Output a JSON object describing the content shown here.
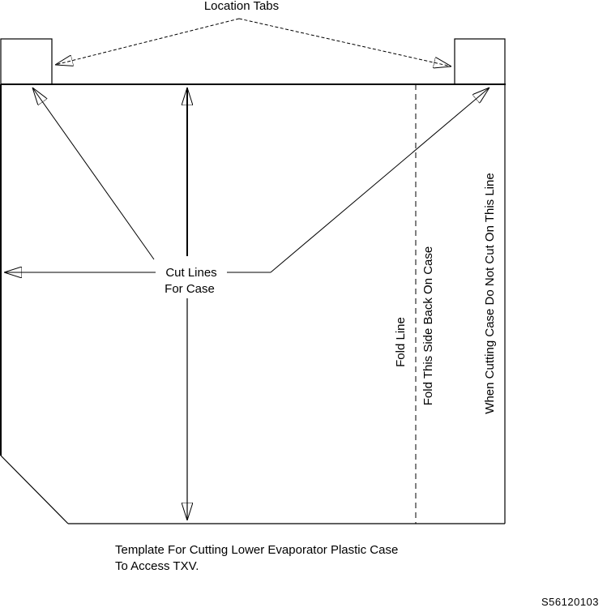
{
  "labels": {
    "location_tabs": "Location Tabs",
    "cut_lines_line1": "Cut Lines",
    "cut_lines_line2": "For Case",
    "fold_line": "Fold Line",
    "fold_side": "Fold This Side Back On Case",
    "warning": "When Cutting Case Do Not Cut On This Line"
  },
  "caption": {
    "line1": "Template For Cutting Lower Evaporator Plastic Case",
    "line2": "To Access TXV."
  },
  "figure_code": "S56120103",
  "colors": {
    "ink": "#000000",
    "background": "#ffffff"
  }
}
